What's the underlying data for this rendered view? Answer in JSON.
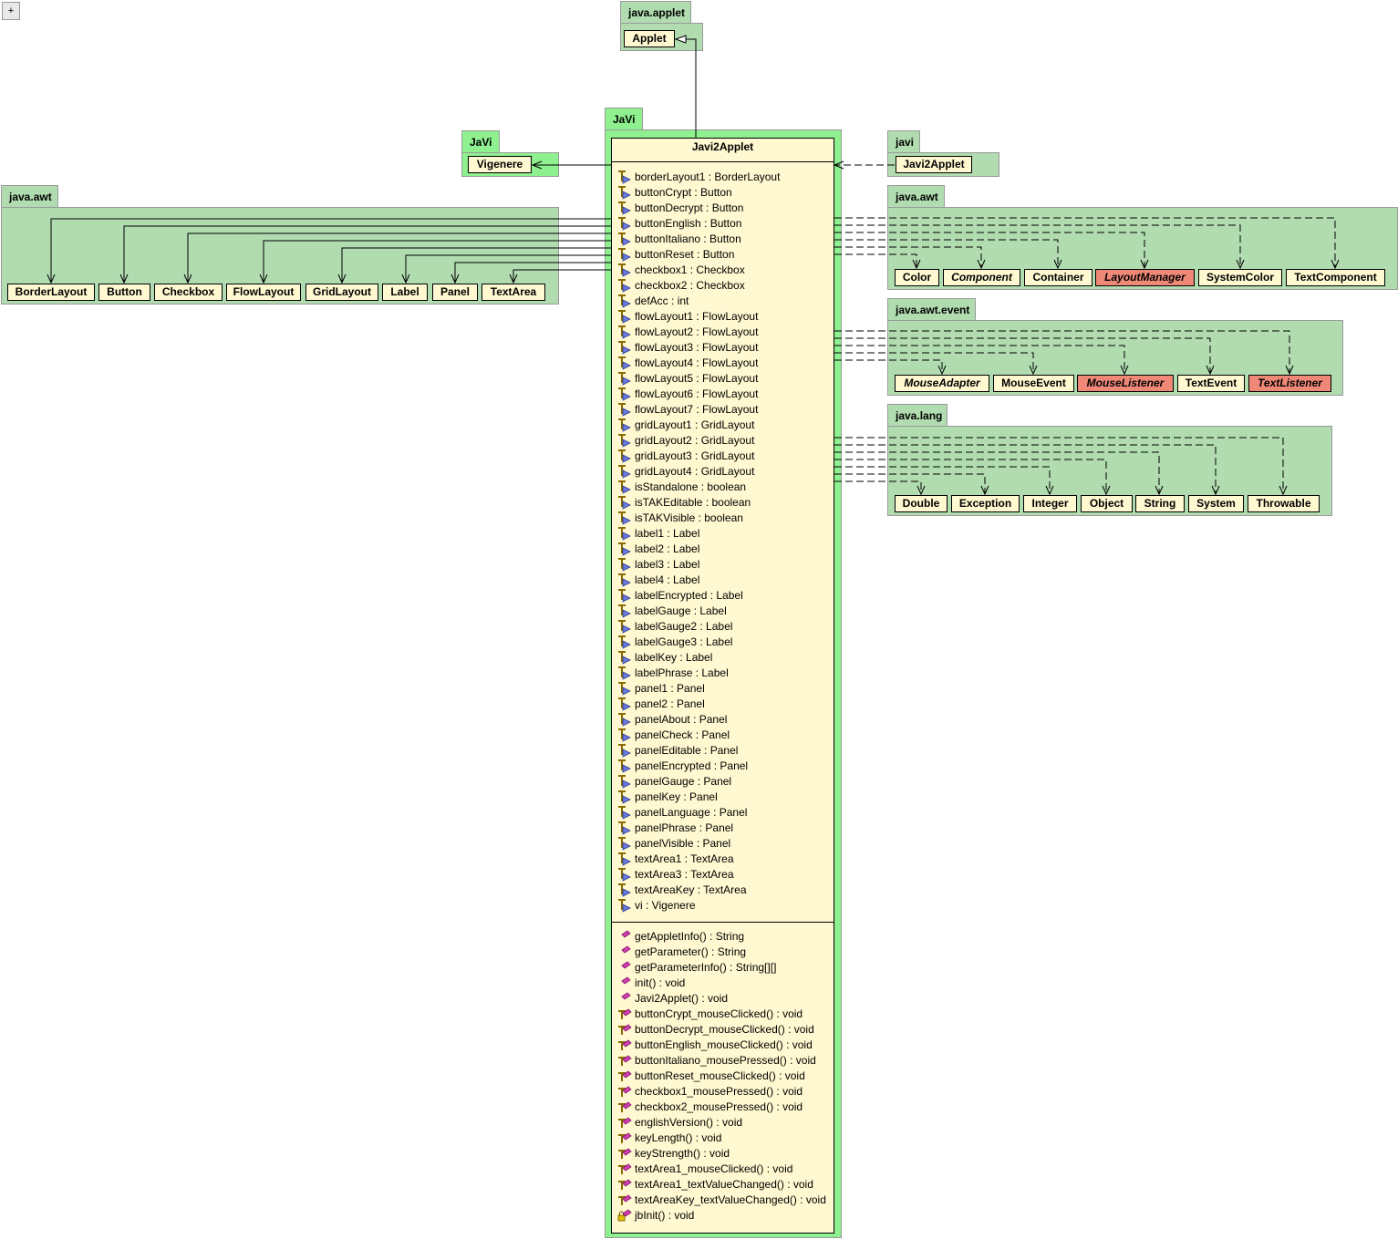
{
  "corner_button": {
    "icon": "expand-icon",
    "glyph": "+"
  },
  "packages": {
    "java_applet": {
      "name": "java.applet",
      "classes": [
        "Applet"
      ]
    },
    "javi_main": {
      "name": "JaVi"
    },
    "javi_left": {
      "name": "JaVi",
      "classes": [
        "Vigenere"
      ]
    },
    "javi_lower": {
      "name": "javi",
      "classes": [
        "Javi2Applet"
      ]
    },
    "java_awt_left": {
      "name": "java.awt",
      "classes": [
        "BorderLayout",
        "Button",
        "Checkbox",
        "FlowLayout",
        "GridLayout",
        "Label",
        "Panel",
        "TextArea"
      ]
    },
    "java_awt_right": {
      "name": "java.awt",
      "classes": [
        "Color",
        "Component",
        "Container",
        "LayoutManager",
        "SystemColor",
        "TextComponent"
      ]
    },
    "java_awt_event": {
      "name": "java.awt.event",
      "classes": [
        "MouseAdapter",
        "MouseEvent",
        "MouseListener",
        "TextEvent",
        "TextListener"
      ]
    },
    "java_lang": {
      "name": "java.lang",
      "classes": [
        "Double",
        "Exception",
        "Integer",
        "Object",
        "String",
        "System",
        "Throwable"
      ]
    }
  },
  "main_class": {
    "name": "Javi2Applet",
    "attributes": [
      "borderLayout1 : BorderLayout",
      "buttonCrypt : Button",
      "buttonDecrypt : Button",
      "buttonEnglish : Button",
      "buttonItaliano : Button",
      "buttonReset : Button",
      "checkbox1 : Checkbox",
      "checkbox2 : Checkbox",
      "defAcc : int",
      "flowLayout1 : FlowLayout",
      "flowLayout2 : FlowLayout",
      "flowLayout3 : FlowLayout",
      "flowLayout4 : FlowLayout",
      "flowLayout5 : FlowLayout",
      "flowLayout6 : FlowLayout",
      "flowLayout7 : FlowLayout",
      "gridLayout1 : GridLayout",
      "gridLayout2 : GridLayout",
      "gridLayout3 : GridLayout",
      "gridLayout4 : GridLayout",
      "isStandalone : boolean",
      "isTAKEditable : boolean",
      "isTAKVisible : boolean",
      "label1 : Label",
      "label2 : Label",
      "label3 : Label",
      "label4 : Label",
      "labelEncrypted : Label",
      "labelGauge : Label",
      "labelGauge2 : Label",
      "labelGauge3 : Label",
      "labelKey : Label",
      "labelPhrase : Label",
      "panel1 : Panel",
      "panel2 : Panel",
      "panelAbout : Panel",
      "panelCheck : Panel",
      "panelEditable : Panel",
      "panelEncrypted : Panel",
      "panelGauge : Panel",
      "panelKey : Panel",
      "panelLanguage : Panel",
      "panelPhrase : Panel",
      "panelVisible : Panel",
      "textArea1 : TextArea",
      "textArea3 : TextArea",
      "textAreaKey : TextArea",
      "vi : Vigenere"
    ],
    "methods_public": [
      "getAppletInfo() : String",
      "getParameter() : String",
      "getParameterInfo() : String[][]",
      "init() : void",
      "Javi2Applet() : void"
    ],
    "methods_package": [
      "buttonCrypt_mouseClicked() : void",
      "buttonDecrypt_mouseClicked() : void",
      "buttonEnglish_mouseClicked() : void",
      "buttonItaliano_mousePressed() : void",
      "buttonReset_mouseClicked() : void",
      "checkbox1_mousePressed() : void",
      "checkbox2_mousePressed() : void",
      "englishVersion() : void",
      "keyLength() : void",
      "keyStrength() : void",
      "textArea1_mouseClicked() : void",
      "textArea1_textValueChanged() : void",
      "textAreaKey_textValueChanged() : void"
    ],
    "methods_private": [
      "jbInit() : void"
    ]
  },
  "colors": {
    "package": "#b0dcb0",
    "package_highlight": "#8ef08e",
    "class_fill": "#fff8d0",
    "external_interface_fill": "#f08878"
  },
  "icons": {
    "attribute": "field-icon",
    "public_method": "public-method-icon",
    "package_method": "package-method-icon",
    "private_method": "private-method-icon"
  }
}
